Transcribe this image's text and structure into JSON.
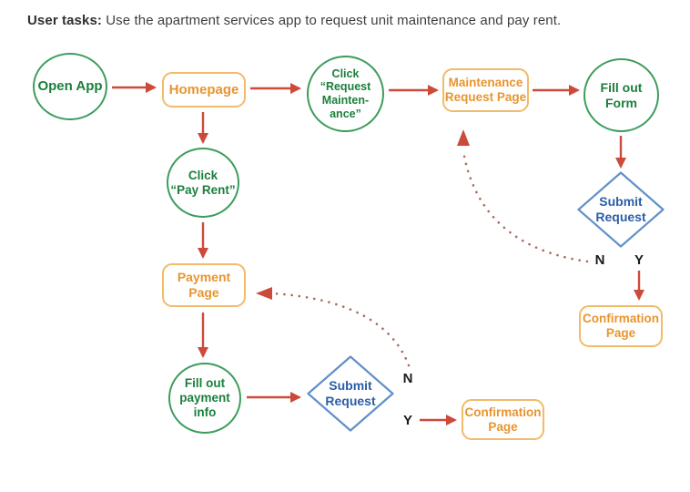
{
  "title": {
    "bold": "User tasks:",
    "rest": " Use the apartment services app to request unit maintenance and pay rent."
  },
  "colors": {
    "green_stroke": "#3d9c5d",
    "green_text": "#1b7f3c",
    "orange_stroke": "#f1bb69",
    "orange_text": "#e8952f",
    "blue_stroke": "#6290c8",
    "blue_text": "#2b5ea7",
    "arrow_red": "#cd4a3a",
    "dotted_red": "#a86a5e",
    "title_text": "#3c4043",
    "yn_text": "#1a1a1a",
    "bg": "#ffffff"
  },
  "diagram": {
    "nodes": {
      "open_app": {
        "label": "Open App",
        "type": "start"
      },
      "homepage": {
        "label": "Homepage",
        "type": "page"
      },
      "click_request_maintenance": {
        "label": "Click\n“Request\nMainten-\nance”",
        "type": "action"
      },
      "maintenance_request_page": {
        "label": "Maintenance\nRequest Page",
        "type": "page"
      },
      "fill_out_form": {
        "label": "Fill out\nForm",
        "type": "action"
      },
      "submit_request_maintenance": {
        "label": "Submit\nRequest",
        "type": "decision"
      },
      "confirmation_page_maintenance": {
        "label": "Confirmation\nPage",
        "type": "page"
      },
      "click_pay_rent": {
        "label": "Click\n“Pay Rent”",
        "type": "action"
      },
      "payment_page": {
        "label": "Payment\nPage",
        "type": "page"
      },
      "fill_out_payment_info": {
        "label": "Fill out\npayment\ninfo",
        "type": "action"
      },
      "submit_request_payment": {
        "label": "Submit\nRequest",
        "type": "decision"
      },
      "confirmation_page_payment": {
        "label": "Confirmation\nPage",
        "type": "page"
      }
    },
    "branch_labels": {
      "yes": "Y",
      "no": "N"
    },
    "edges": [
      {
        "from": "open_app",
        "to": "homepage",
        "style": "solid"
      },
      {
        "from": "homepage",
        "to": "click_request_maintenance",
        "style": "solid"
      },
      {
        "from": "click_request_maintenance",
        "to": "maintenance_request_page",
        "style": "solid"
      },
      {
        "from": "maintenance_request_page",
        "to": "fill_out_form",
        "style": "solid"
      },
      {
        "from": "fill_out_form",
        "to": "submit_request_maintenance",
        "style": "solid"
      },
      {
        "from": "submit_request_maintenance",
        "to": "confirmation_page_maintenance",
        "label": "Y",
        "style": "solid"
      },
      {
        "from": "submit_request_maintenance",
        "to": "maintenance_request_page",
        "label": "N",
        "style": "dotted"
      },
      {
        "from": "homepage",
        "to": "click_pay_rent",
        "style": "solid"
      },
      {
        "from": "click_pay_rent",
        "to": "payment_page",
        "style": "solid"
      },
      {
        "from": "payment_page",
        "to": "fill_out_payment_info",
        "style": "solid"
      },
      {
        "from": "fill_out_payment_info",
        "to": "submit_request_payment",
        "style": "solid"
      },
      {
        "from": "submit_request_payment",
        "to": "confirmation_page_payment",
        "label": "Y",
        "style": "solid"
      },
      {
        "from": "submit_request_payment",
        "to": "payment_page",
        "label": "N",
        "style": "dotted"
      }
    ]
  }
}
